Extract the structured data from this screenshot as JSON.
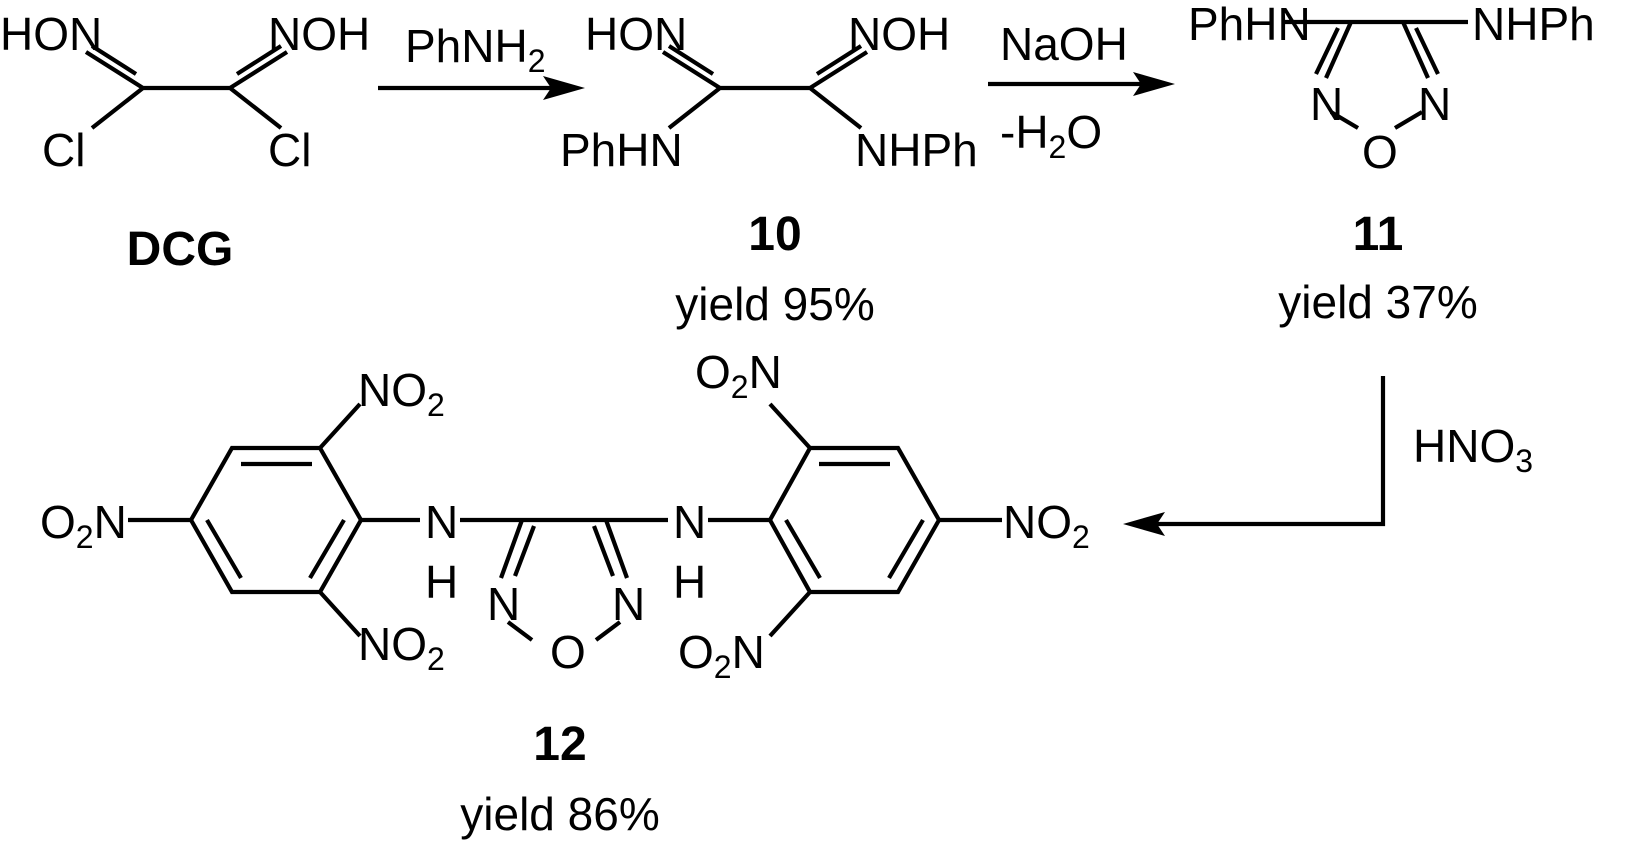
{
  "atoms": {
    "hon": "HON",
    "noh": "NOH",
    "cl": "Cl",
    "phhn": "PhHN",
    "nhph": "NHPh",
    "n": "N",
    "o": "O",
    "h": "H",
    "o2n_prefix": "O",
    "o2n_sub": "2",
    "o2n_n": "N",
    "no2_prefix": "NO",
    "no2_sub": "2"
  },
  "reagents": {
    "step1": {
      "text": "PhNH",
      "sub": "2"
    },
    "step2_top": "NaOH",
    "step2_bottom": {
      "pre": "-H",
      "sub": "2",
      "post": "O"
    },
    "step3": {
      "text": "HNO",
      "sub": "3"
    }
  },
  "compounds": {
    "dcg": {
      "label": "DCG"
    },
    "c10": {
      "number": "10",
      "yield": "yield 95%"
    },
    "c11": {
      "number": "11",
      "yield": "yield 37%"
    },
    "c12": {
      "number": "12",
      "yield": "yield 86%"
    }
  }
}
